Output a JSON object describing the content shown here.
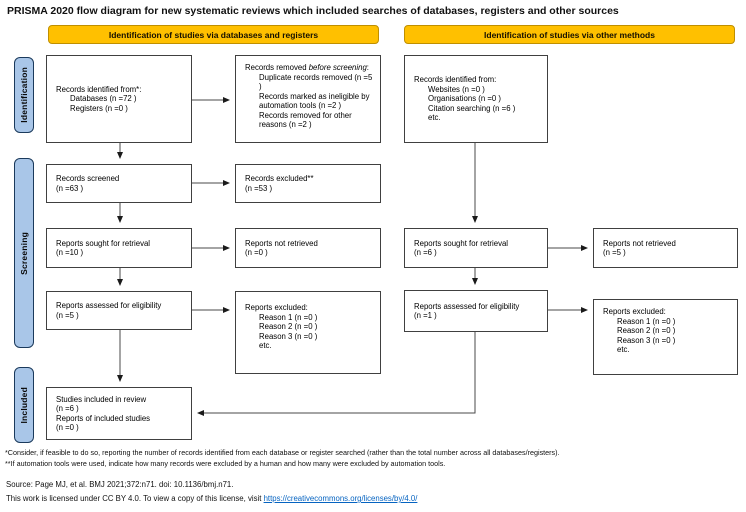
{
  "title": "PRISMA 2020 flow diagram for new systematic reviews which included searches of databases, registers and other sources",
  "headers": {
    "left": "Identification of studies via databases and registers",
    "right": "Identification of studies via other methods"
  },
  "sidebar": {
    "identification": "Identification",
    "screening": "Screening",
    "included": "Included"
  },
  "colors": {
    "header_fill": "#FFC000",
    "header_border": "#BF8F00",
    "sidebar_fill": "#A9C6E8",
    "sidebar_border": "#1B3A5C",
    "box_border": "#404040",
    "link": "#0563C1"
  },
  "boxes": {
    "records_identified_db": {
      "line1": "Records identified from*:",
      "items": [
        "Databases (n =72 )",
        "Registers (n =0 )"
      ]
    },
    "records_removed": {
      "prefix": "Records removed ",
      "italic": "before screening",
      "suffix": ":",
      "items": [
        "Duplicate records removed (n =5 )",
        "Records marked as ineligible by automation tools (n =2 )",
        "Records removed for other reasons (n =2 )"
      ]
    },
    "records_screened": {
      "line1": "Records screened",
      "line2": "(n =63 )"
    },
    "records_excluded": {
      "line1": "Records excluded**",
      "line2": "(n =53 )"
    },
    "reports_sought_db": {
      "line1": "Reports sought for retrieval",
      "line2": "(n =10 )"
    },
    "reports_not_retrieved_db": {
      "line1": "Reports not retrieved",
      "line2": "(n =0 )"
    },
    "reports_assessed_db": {
      "line1": "Reports assessed for eligibility",
      "line2": "(n =5 )"
    },
    "reports_excluded_db": {
      "line1": "Reports excluded:",
      "items": [
        "Reason 1 (n =0 )",
        "Reason 2 (n =0 )",
        "Reason 3 (n =0 )",
        "etc."
      ]
    },
    "records_identified_other": {
      "line1": "Records identified from:",
      "items": [
        "Websites (n =0 )",
        "Organisations (n =0 )",
        "Citation searching (n =6 )",
        "etc."
      ]
    },
    "reports_sought_other": {
      "line1": "Reports sought for retrieval",
      "line2": "(n =6 )"
    },
    "reports_not_retrieved_other": {
      "line1": "Reports not retrieved",
      "line2": "(n =5 )"
    },
    "reports_assessed_other": {
      "line1": "Reports assessed for eligibility",
      "line2": "(n =1 )"
    },
    "reports_excluded_other": {
      "line1": "Reports excluded:",
      "items": [
        "Reason 1 (n =0 )",
        "Reason 2 (n =0 )",
        "Reason 3 (n =0 )",
        "etc."
      ]
    },
    "studies_included": {
      "lines": [
        "Studies included in review",
        "(n =6 )",
        "Reports of included studies",
        "(n =0 )"
      ]
    }
  },
  "footnotes": {
    "note1": "*Consider, if feasible to do so, reporting the number of records identified from each database or register searched (rather than the total number across all databases/registers).",
    "note2": "**If automation tools were used, indicate how many records were excluded by a human and how many were excluded by automation tools."
  },
  "source_line": "Source: Page MJ, et al. BMJ 2021;372:n71. doi: 10.1136/bmj.n71.",
  "license": {
    "text": "This work is licensed under CC BY 4.0. To view a copy of this license, visit ",
    "link": "https://creativecommons.org/licenses/by/4.0/"
  }
}
